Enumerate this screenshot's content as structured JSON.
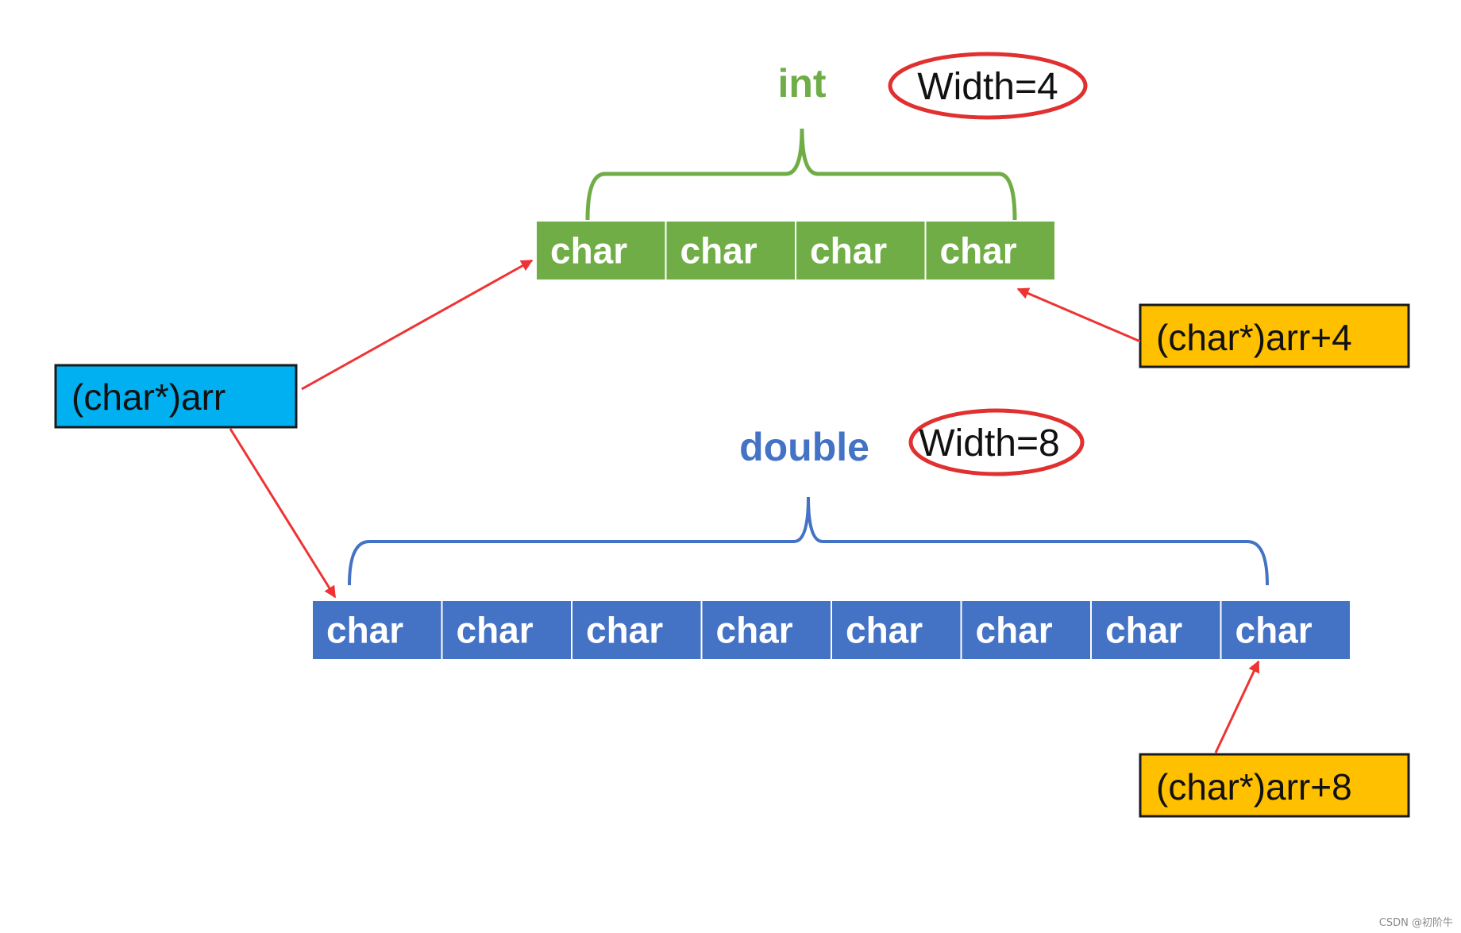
{
  "colors": {
    "int": "#70ad47",
    "double": "#4472c4",
    "pointer_box": "#00b0f0",
    "offset_box": "#ffc000",
    "arrow": "#ee3333",
    "ellipse": "#e03030"
  },
  "int_group": {
    "type_label": "int",
    "width_label": "Width=4",
    "cells": [
      "char",
      "char",
      "char",
      "char"
    ]
  },
  "double_group": {
    "type_label": "double",
    "width_label": "Width=8",
    "cells": [
      "char",
      "char",
      "char",
      "char",
      "char",
      "char",
      "char",
      "char"
    ]
  },
  "pointer_box": {
    "label": "(char*)arr"
  },
  "offset_boxes": [
    {
      "label": "(char*)arr+4"
    },
    {
      "label": "(char*)arr+8"
    }
  ],
  "watermark": "CSDN @初阶牛"
}
